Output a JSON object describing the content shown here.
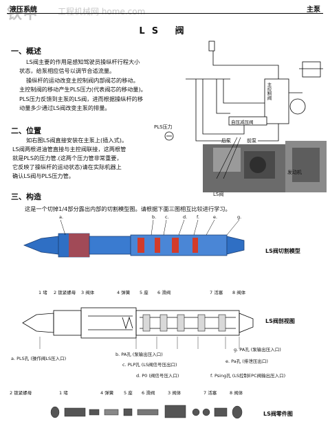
{
  "header": {
    "left": "液压系统",
    "right": "主泵",
    "watermark": "铁甲",
    "watermark_url": "工程机械网 home.com"
  },
  "title": "LS 阀",
  "section1": {
    "heading": "一、概述",
    "lines": [
      "LS阀主要的作用是感知驾驶员操纵杆行程大小",
      "状态，给泵相应信号以调节合适流量。",
      "操纵杆的运动改变主控制阀内部阀芯的移动。",
      "主控制阀的移动产生PLS压力(代表阀芯的移动量)。",
      "PLS压力反馈到主泵的LS阀，进而根据操纵杆的移",
      "动量多少通过LS阀改变主泵的排量。"
    ]
  },
  "section2": {
    "heading": "二、位置",
    "lines": [
      "如右图LS阀直接安装在主泵上(插入式)。",
      "LS阀两根进油管直接与主控阀联接，这两根管",
      "就是PLS的压力管.(这两个压力管非常重要，",
      "它反映了操纵杆的运动状态)请在实际机器上",
      "确认LS阀与PLS压力管。"
    ]
  },
  "section3": {
    "heading": "三、构造",
    "intro": "这是一个切掉1/4部分露出内部的切割模型图。请根据下面三图相互比较进行学习。"
  },
  "diagram_top": {
    "pls_label": "PLS压力",
    "ctrl_valve": "主控制阀",
    "ls_valve_box": "自压减压阀",
    "rear_pump": "后泵",
    "front_pump": "前泵",
    "engine": "发动机",
    "ls_valve": "LS阀"
  },
  "model": {
    "side_label": "LS阀切割模型",
    "letters": [
      "a.",
      "b.",
      "c.",
      "d.",
      "f.",
      "e.",
      "g."
    ]
  },
  "section_view": {
    "side_label": "LS阀剖视图",
    "top_labels": [
      "1 堵",
      "2 锁紧螺母",
      "3 阀体",
      "4 弹簧",
      "5 座",
      "6 滑阀",
      "7 活塞",
      "8 阀体"
    ],
    "bottom_labels": [
      "a. PLS孔 (操作阀LS压入口)",
      "b. PA孔 (泵输出压入口)",
      "c. PLP孔 (LS阀信号压出口)",
      "d. P0 (阀信号压入口)",
      "f. Psing孔 (LS控制EPC阀输出压入口)",
      "g. PA孔 (泵输出压入口)",
      "e. Pa孔 (排泄压出口)"
    ]
  },
  "parts": {
    "side_label": "LS阀零件图",
    "labels": [
      "2 锁紧螺母",
      "1 堵",
      "4 弹簧",
      "5 座",
      "6 滑阀",
      "3 阀体",
      "7 活塞",
      "8 阀体"
    ]
  },
  "colors": {
    "blue": "#2f6fc4",
    "red": "#d23b2a"
  }
}
